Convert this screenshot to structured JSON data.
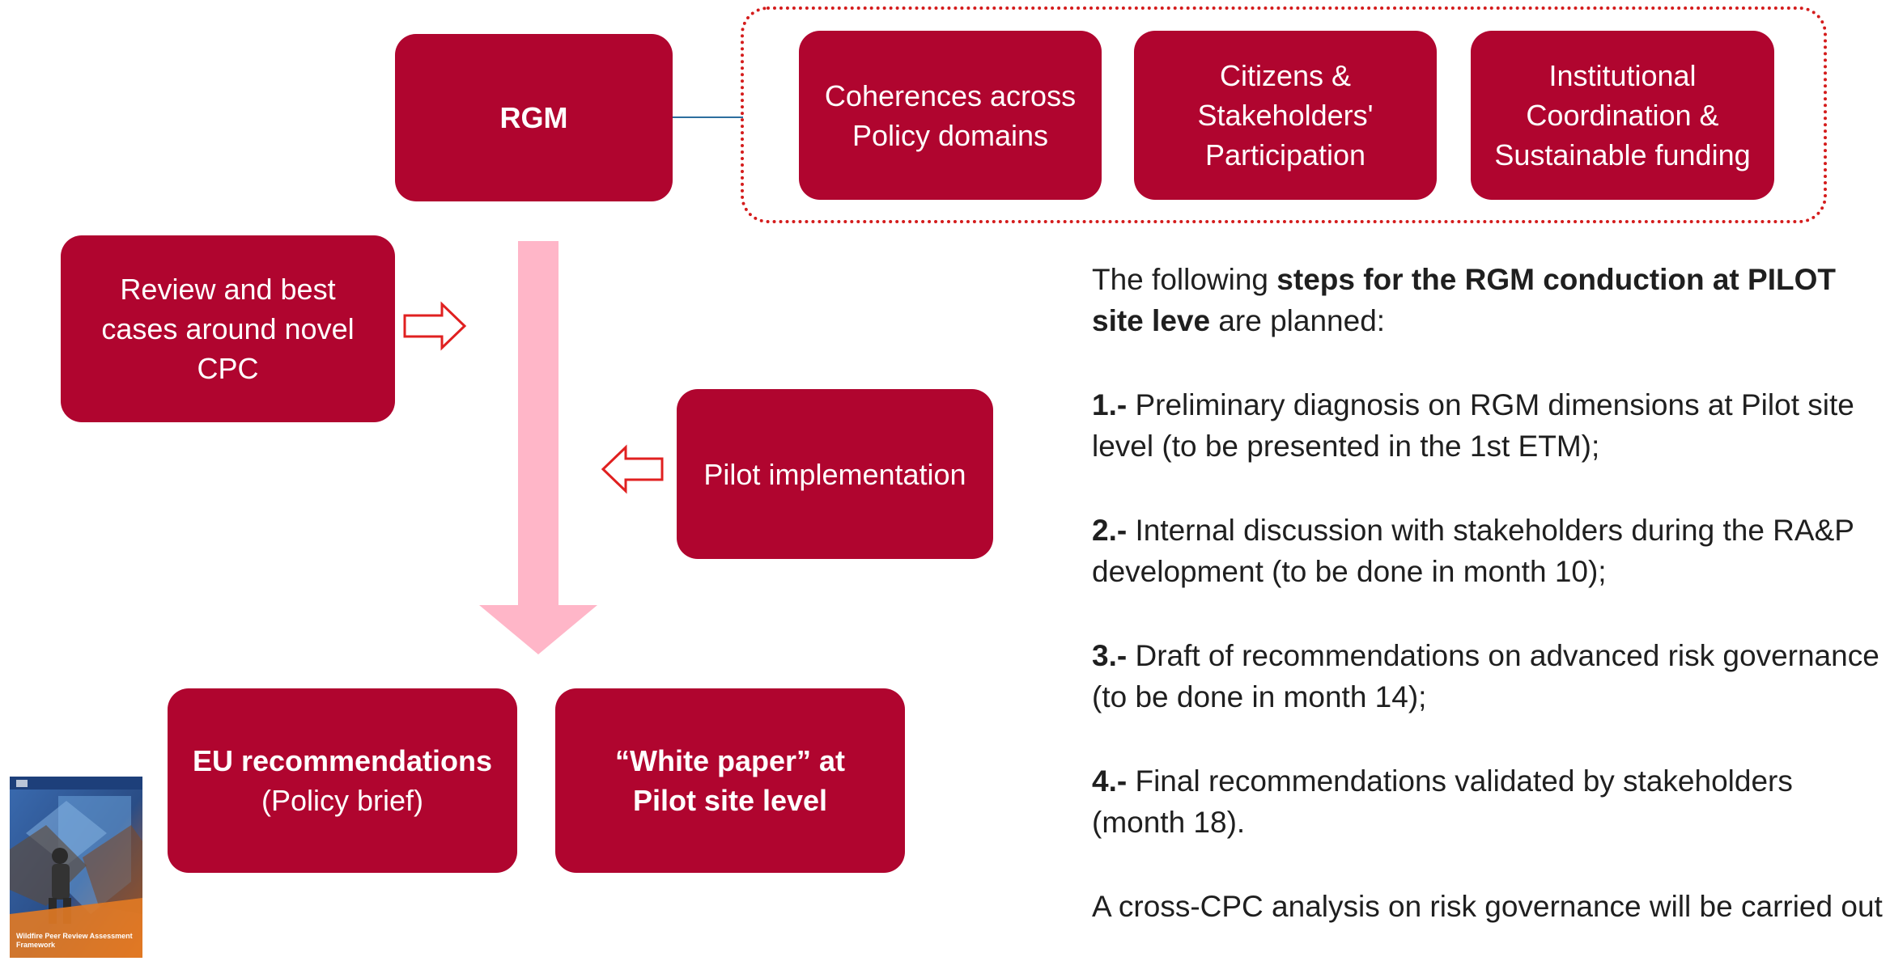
{
  "diagram": {
    "rgm_label": "RGM",
    "dimensions": [
      "Coherences across Policy domains",
      "Citizens & Stakeholders' Participation",
      "Institutional Coordination & Sustainable funding"
    ],
    "review_label": "Review and best cases around novel CPC",
    "pilot_label": "Pilot implementation",
    "eu_title": "EU recommendations",
    "eu_subtitle": "(Policy brief)",
    "white_paper_label": "“White paper” at Pilot site level"
  },
  "steps": {
    "intro_prefix": "The following ",
    "intro_bold": "steps for the RGM conduction at PILOT site leve",
    "intro_suffix": " are planned:",
    "items": [
      {
        "num": "1.-",
        "text": " Preliminary diagnosis on RGM dimensions at Pilot site level (to be presented in the 1st ETM);"
      },
      {
        "num": "2.-",
        "text": " Internal discussion with stakeholders during the RA&P development (to be done in month 10);"
      },
      {
        "num": "3.-",
        "text": " Draft of recommendations on advanced risk governance (to be done in month 14);"
      },
      {
        "num": "4.-",
        "text": " Final recommendations validated by stakeholders (month 18)."
      }
    ],
    "conclusion": "A cross-CPC analysis on risk governance will be carried out"
  },
  "brochure": {
    "title": "Wildfire Peer Review Assessment Framework"
  },
  "colors": {
    "box": "#B0052F",
    "big_arrow": "#FFB6C8",
    "outline_arrow": "#E02020",
    "dotted_border": "#D41C1C",
    "connector": "#2D6E9E"
  }
}
